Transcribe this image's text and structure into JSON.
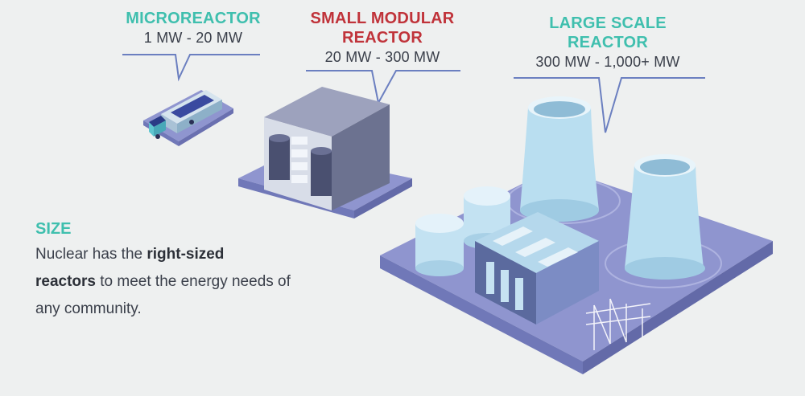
{
  "micro": {
    "title": "MICROREACTOR",
    "range": "1 MW - 20 MW"
  },
  "smr": {
    "title_line1": "SMALL MODULAR",
    "title_line2": "REACTOR",
    "range": "20 MW - 300 MW"
  },
  "large": {
    "title_line1": "LARGE SCALE",
    "title_line2": "REACTOR",
    "range": "300 MW - 1,000+ MW"
  },
  "size": {
    "heading": "SIZE",
    "line1_pre": "Nuclear has the ",
    "line1_bold": "right-sized",
    "line2_bold": "reactors",
    "line2_post": " to meet the energy needs of",
    "line3": "any community."
  },
  "colors": {
    "teal": "#3fbfae",
    "red": "#c0333a",
    "text": "#3a3f4a",
    "platform": "#8f95cf",
    "tower": "#b9def0"
  }
}
